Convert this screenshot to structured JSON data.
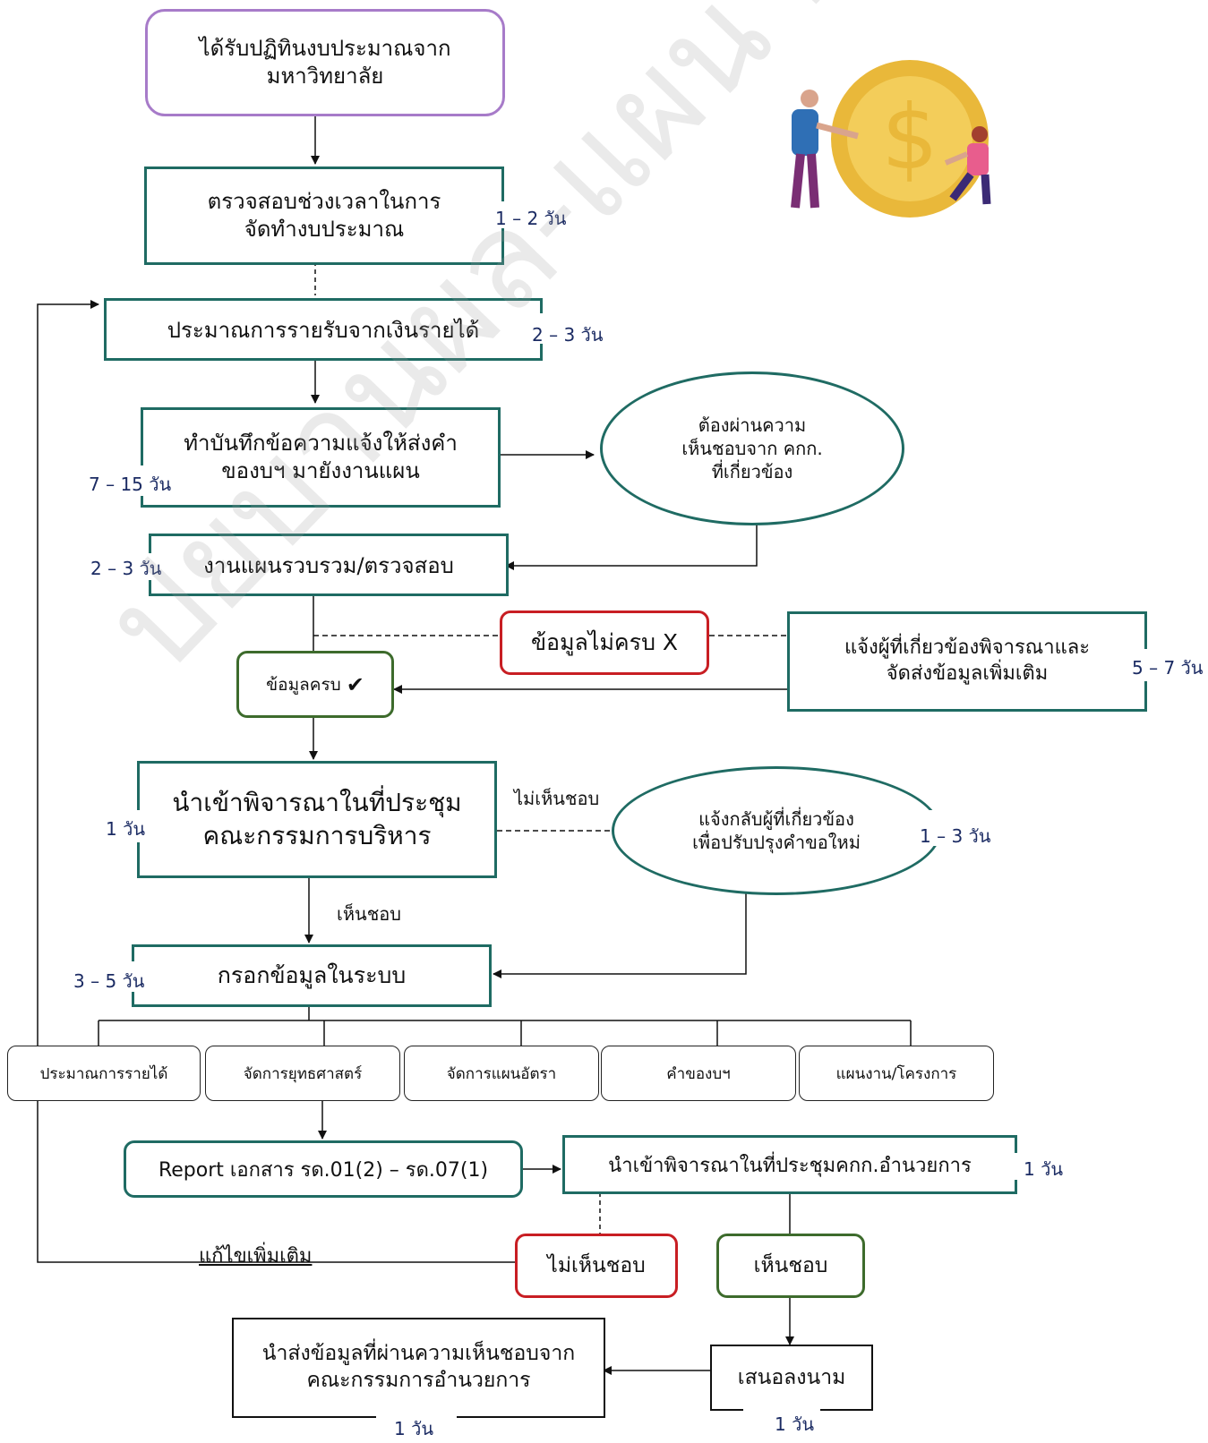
{
  "nodes": {
    "start": [
      "ได้รับปฏิทินงบประมาณจาก",
      "มหาวิทยาลัย"
    ],
    "check_period": [
      "ตรวจสอบช่วงเวลาในการ",
      "จัดทำงบประมาณ"
    ],
    "estimate_income": "ประมาณการรายรับจากเงินรายได้",
    "memo": [
      "ทำบันทึกข้อความแจ้งให้ส่งคำ",
      "ของบฯ มายังงานแผน"
    ],
    "committee_approval": [
      "ต้องผ่านความ",
      "เห็นชอบจาก คกก.",
      "ที่เกี่ยวข้อง"
    ],
    "collect_check": "งานแผนรวบรวม/ตรวจสอบ",
    "data_incomplete": "ข้อมูลไม่ครบ X",
    "notify_more_data": [
      "แจ้งผู้ที่เกี่ยวข้องพิจารณาและ",
      "จัดส่งข้อมูลเพิ่มเติม"
    ],
    "data_complete": "ข้อมูลครบ",
    "data_complete_mark": "✔",
    "exec_meeting": [
      "นำเข้าพิจารณาในที่ประชุม",
      "คณะกรรมการบริหาร"
    ],
    "notify_revise": [
      "แจ้งกลับผู้ที่เกี่ยวข้อง",
      "เพื่อปรับปรุงคำขอใหม่"
    ],
    "enter_system": "กรอกข้อมูลในระบบ",
    "report": "Report เอกสาร รด.01(2) – รด.07(1)",
    "admin_meeting": "นำเข้าพิจารณาในที่ประชุมคกก.อำนวยการ",
    "not_approved": "ไม่เห็นชอบ",
    "approved": "เห็นชอบ",
    "sign": "เสนอลงนาม",
    "send_approved": [
      "นำส่งข้อมูลที่ผ่านความเห็นชอบจาก",
      "คณะกรรมการอำนวยการ"
    ]
  },
  "categories": [
    "ประมาณการรายได้",
    "จัดการยุทธศาสตร์",
    "จัดการแผนอัตรา",
    "คำของบฯ",
    "แผนงาน/โครงการ"
  ],
  "durations": {
    "check_period": "1 –  2 วัน",
    "estimate_income": "2 – 3 วัน",
    "memo": "7 – 15 วัน",
    "collect_check": "2 – 3 วัน",
    "notify_more_data": "5 – 7 วัน",
    "exec_meeting": "1 วัน",
    "notify_revise": "1 – 3 วัน",
    "enter_system": "3 – 5 วัน",
    "admin_meeting": "1 วัน",
    "sign": "1 วัน",
    "send_approved": "1 วัน"
  },
  "edge_labels": {
    "not_approved": "ไม่เห็นชอบ",
    "approved": "เห็นชอบ",
    "revise_more": "แก้ไขเพิ่มเติม"
  },
  "watermark": "ปยบานผล-แผน Maritime CMU",
  "colors": {
    "teal": "#1f6b63",
    "purple": "#a77bc9",
    "red": "#c81e23",
    "green": "#3d6b2c",
    "duration_text": "#1b2b63"
  }
}
